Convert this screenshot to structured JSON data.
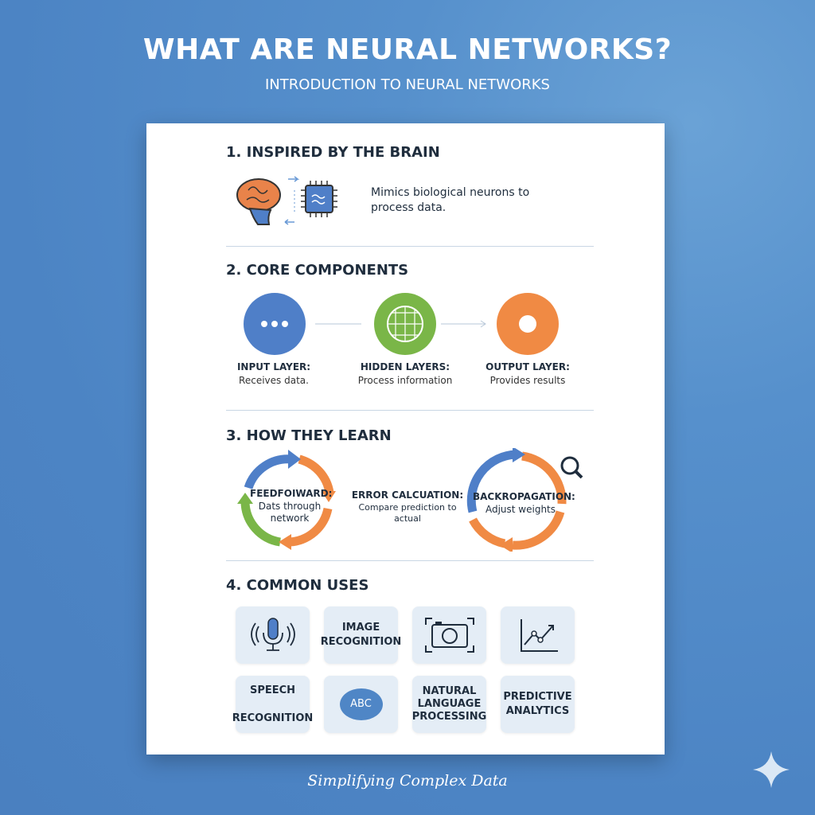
{
  "header": {
    "title": "WHAT ARE NEURAL NETWORKS?",
    "subtitle": "INTRODUCTION TO NEURAL NETWORKS"
  },
  "sections": {
    "brain": {
      "heading": "1. INSPIRED BY THE BRAIN",
      "text": "Mimics biological neurons to process data."
    },
    "core": {
      "heading": "2. CORE COMPONENTS",
      "items": [
        {
          "label": "INPUT LAYER:",
          "desc": "Receives data.",
          "color": "#4f7fc8"
        },
        {
          "label": "HIDDEN LAYERS:",
          "desc": "Process information",
          "color": "#7ab648"
        },
        {
          "label": "OUTPUT LAYER:",
          "desc": "Provides results",
          "color": "#f08a44"
        }
      ]
    },
    "learn": {
      "heading": "3. HOW THEY LEARN",
      "items": [
        {
          "label": "FEEDFOIWARD:",
          "desc1": "Dats through",
          "desc2": "network"
        },
        {
          "label": "ERROR CALCUATION:",
          "desc1": "Compare prediction to actual"
        },
        {
          "label": "BACKROPAGATION:",
          "desc1": "Adjust weights"
        }
      ]
    },
    "uses": {
      "heading": "4. COMMON USES",
      "tiles": [
        "IMAGE\nRECOGNITION",
        "SPEECH\n\nRECOGNITION",
        "ABC",
        "NATURAL\nLANGUAGE\nPROCESSING",
        "PREDICTIVE\nANALYTICS"
      ]
    }
  },
  "footer": "Simplifying Complex Data"
}
